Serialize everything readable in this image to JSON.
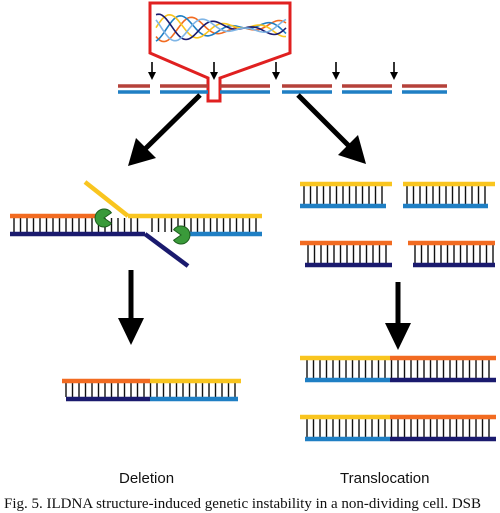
{
  "labels": {
    "deletion": "Deletion",
    "translocation": "Translocation"
  },
  "caption": "Fig. 5. ILDNA structure-induced genetic instability in a non-dividing cell. DSB",
  "colors": {
    "orange_strand": "#f26b21",
    "yellow_strand": "#f9c51f",
    "blue_strand": "#1f7fc4",
    "navy_strand": "#1a1a6e",
    "brick_strand": "#b5413a",
    "nuclease": "#3a9a3a",
    "inset_frame": "#e02020",
    "arrow": "#000000"
  },
  "icons": {
    "nuclease": "pacman-enzyme-icon",
    "cut_site": "down-arrow-icon",
    "inset": "dna-helix-icon"
  }
}
